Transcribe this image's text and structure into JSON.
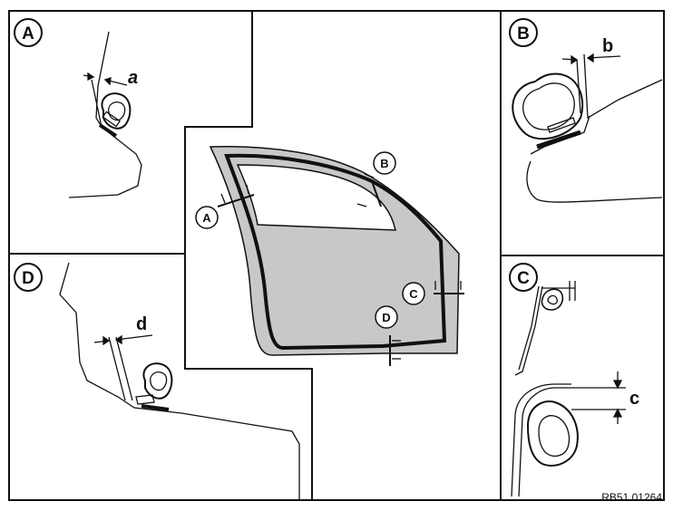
{
  "panels": {
    "a": {
      "circle_label": "A",
      "dim_label": "a"
    },
    "b": {
      "circle_label": "B",
      "dim_label": "b"
    },
    "c": {
      "circle_label": "C",
      "dim_label": "c"
    },
    "d": {
      "circle_label": "D",
      "dim_label": "d"
    }
  },
  "door": {
    "callouts": [
      "A",
      "B",
      "C",
      "D"
    ]
  },
  "reference_code": "RB51 01264",
  "colors": {
    "line": "#111111",
    "door_fill": "#c8c8c8",
    "background": "#ffffff"
  }
}
